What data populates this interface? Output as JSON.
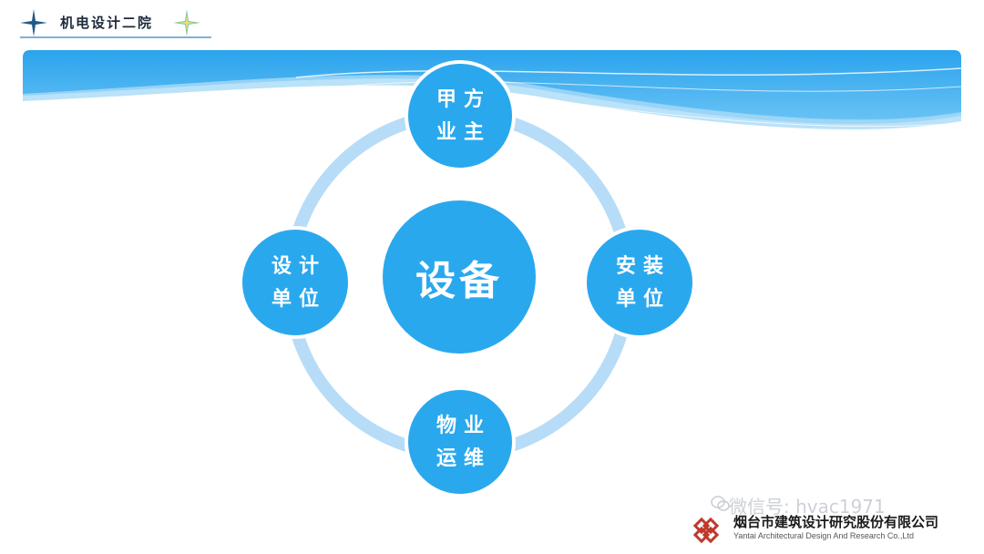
{
  "header": {
    "title": "机电设计二院"
  },
  "diagram": {
    "center": "设备",
    "nodes": {
      "top": [
        "甲方",
        "业主"
      ],
      "right": [
        "安装",
        "单位"
      ],
      "bottom": [
        "物业",
        "运维"
      ],
      "left": [
        "设计",
        "单位"
      ]
    }
  },
  "footer": {
    "company_cn": "烟台市建筑设计研究股份有限公司",
    "company_en": "Yantai Architectural Design And Research Co.,Ltd",
    "watermark": "微信号: hvac1971"
  },
  "colors": {
    "node": "#2aa8ee",
    "ring": "#b7dcf7",
    "banner": "#3fb1f0"
  }
}
